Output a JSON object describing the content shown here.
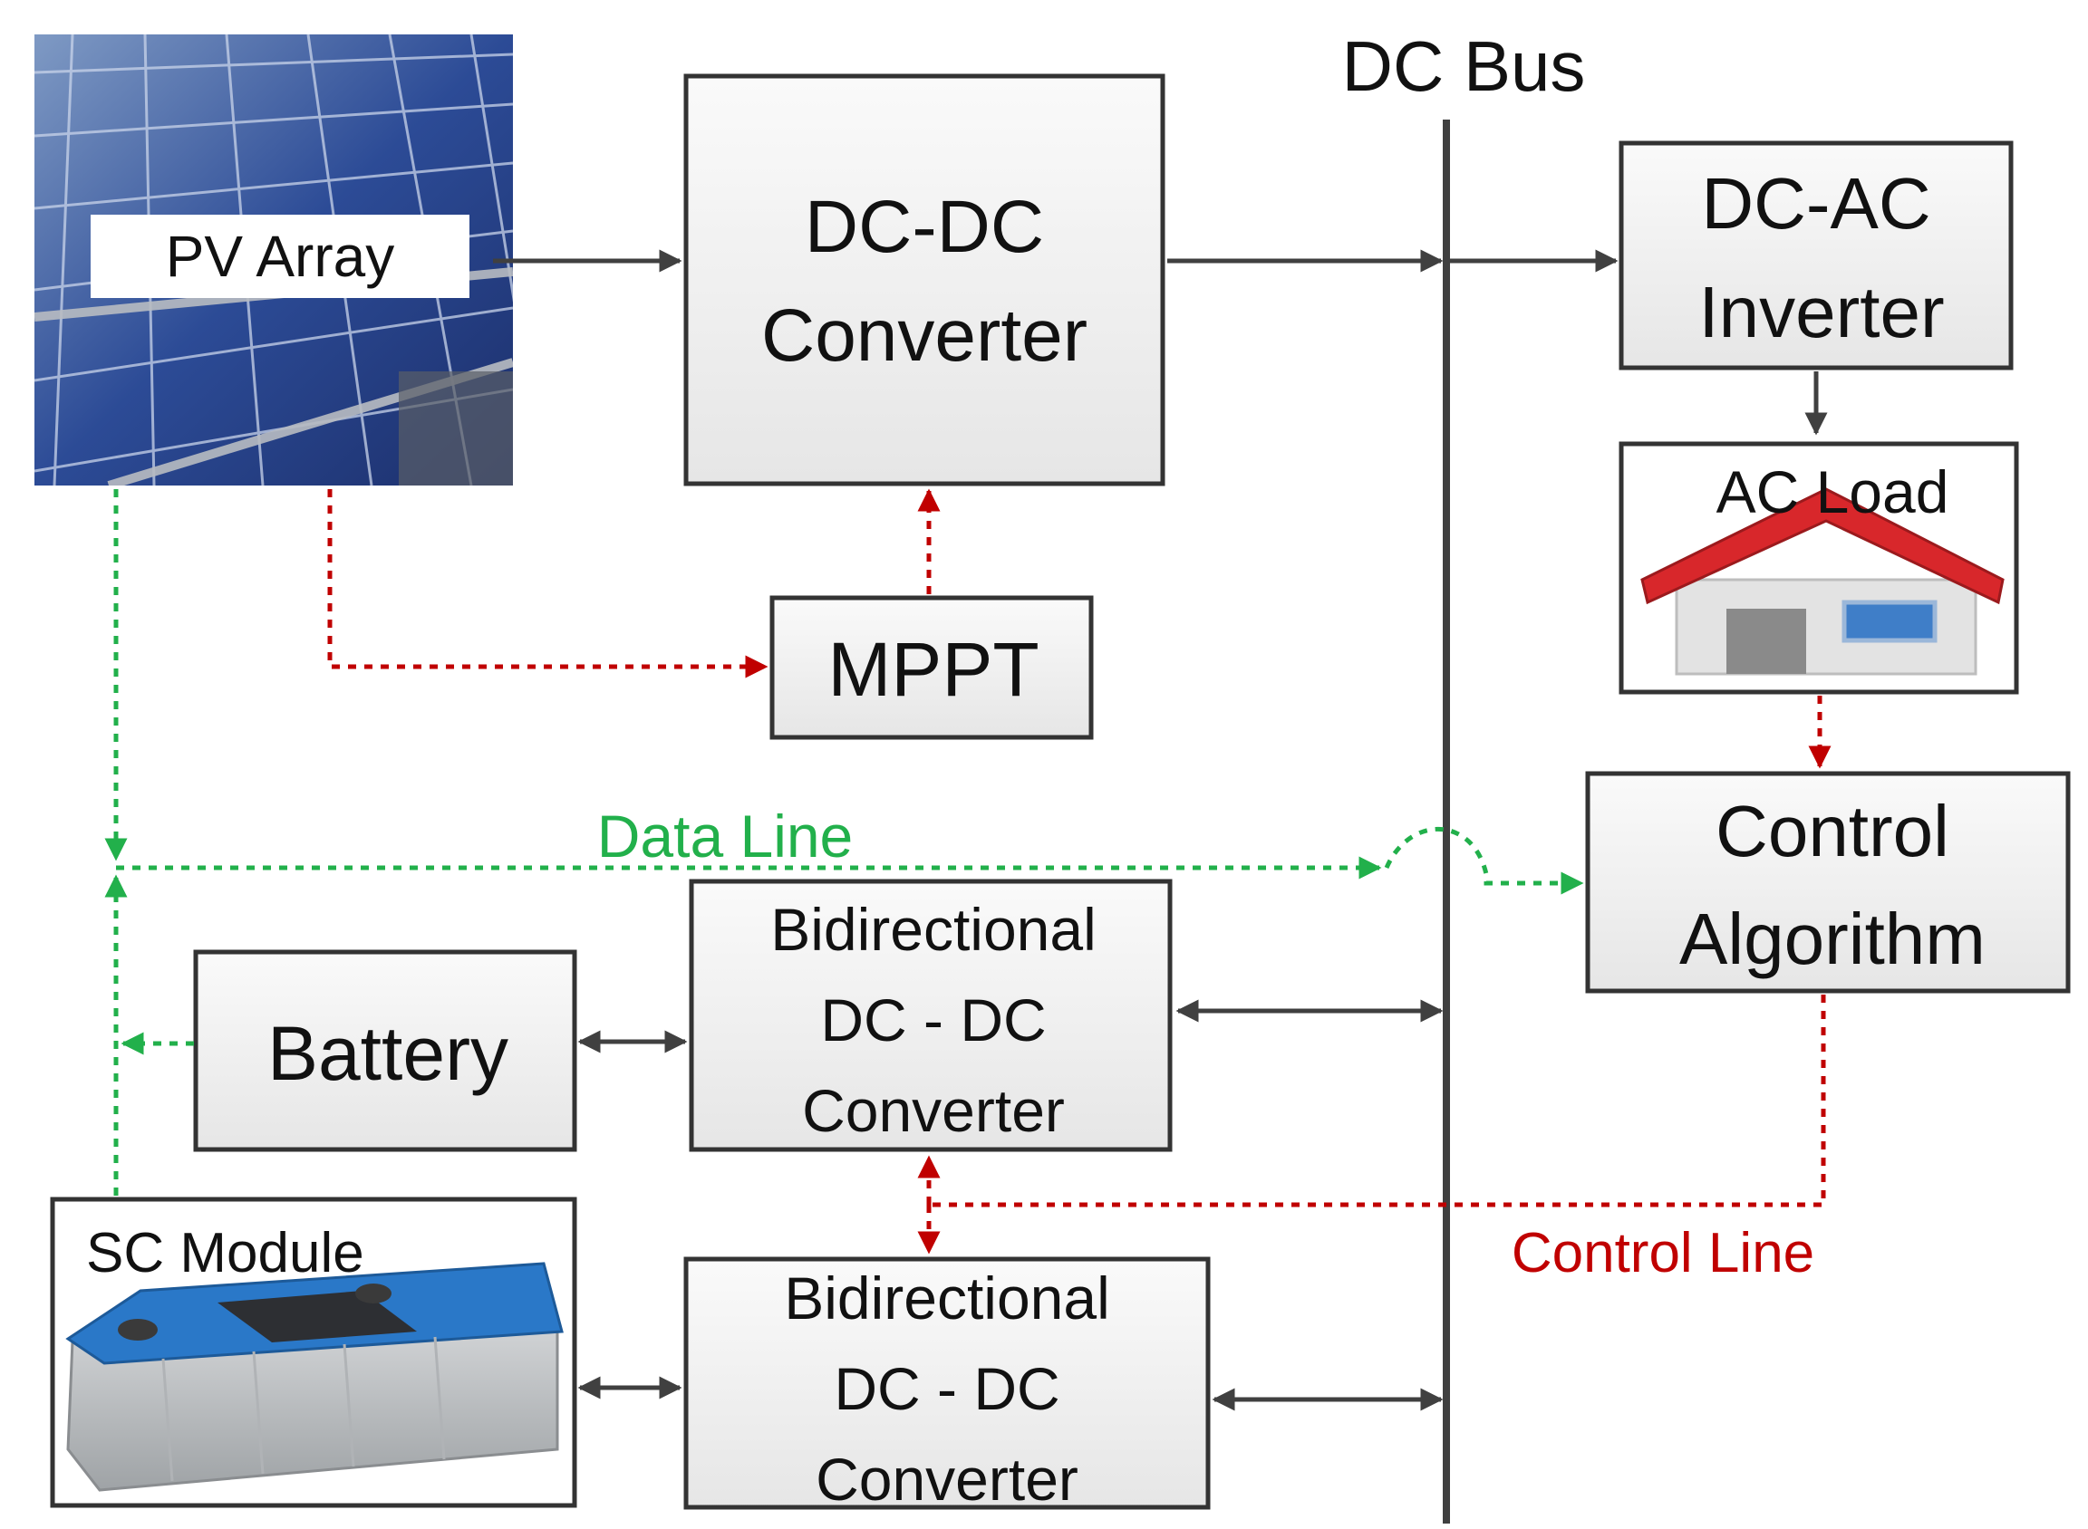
{
  "bus": {
    "label": "DC Bus"
  },
  "blocks": {
    "pv_array": {
      "label": "PV Array"
    },
    "dcdc": {
      "line1": "DC-DC",
      "line2": "Converter"
    },
    "mppt": {
      "label": "MPPT"
    },
    "dcac": {
      "line1": "DC-AC",
      "line2": "Inverter"
    },
    "ac_load": {
      "label": "AC Load"
    },
    "control": {
      "line1": "Control",
      "line2": "Algorithm"
    },
    "bidir1": {
      "line1": "Bidirectional",
      "line2": "DC - DC",
      "line3": "Converter"
    },
    "battery": {
      "label": "Battery"
    },
    "sc_module": {
      "label": "SC Module"
    },
    "bidir2": {
      "line1": "Bidirectional",
      "line2": "DC - DC",
      "line3": "Converter"
    }
  },
  "legend": {
    "data_line": {
      "label": "Data Line",
      "color": "#22b04b"
    },
    "control_line": {
      "label": "Control Line",
      "color": "#c00000"
    }
  },
  "colors": {
    "power_arrow": "#404040",
    "box_border": "#333333",
    "box_fill": "#f2f2f2",
    "panel_blue": "#2f4f9a",
    "roof_red": "#d8272b",
    "sc_blue": "#2a78c8"
  }
}
